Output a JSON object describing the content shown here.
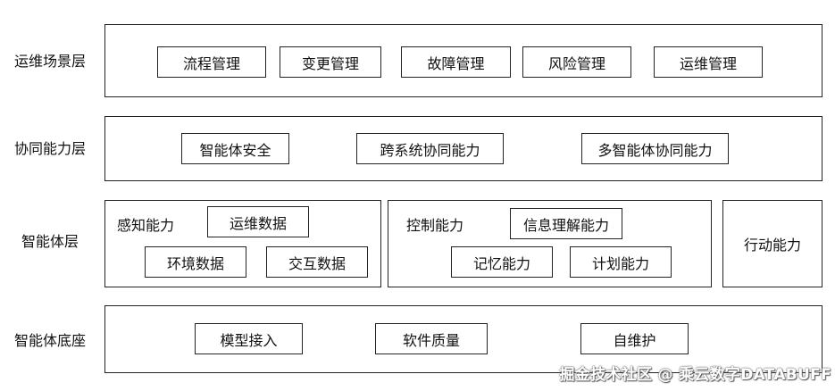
{
  "layers": [
    {
      "label": "运维场景层",
      "items": [
        "流程管理",
        "变更管理",
        "故障管理",
        "风险管理",
        "运维管理"
      ]
    },
    {
      "label": "协同能力层",
      "items": [
        "智能体安全",
        "跨系统协同能力",
        "多智能体协同能力"
      ]
    },
    {
      "label": "智能体层",
      "groups": [
        {
          "title": "感知能力",
          "items": [
            "运维数据",
            "环境数据",
            "交互数据"
          ]
        },
        {
          "title": "控制能力",
          "items": [
            "信息理解能力",
            "记忆能力",
            "计划能力"
          ]
        },
        {
          "title": "行动能力",
          "items": []
        }
      ]
    },
    {
      "label": "智能体底座",
      "items": [
        "模型接入",
        "软件质量",
        "自维护"
      ]
    }
  ],
  "watermark": "掘金技术社区 @ 乘云数字DATABUFF"
}
